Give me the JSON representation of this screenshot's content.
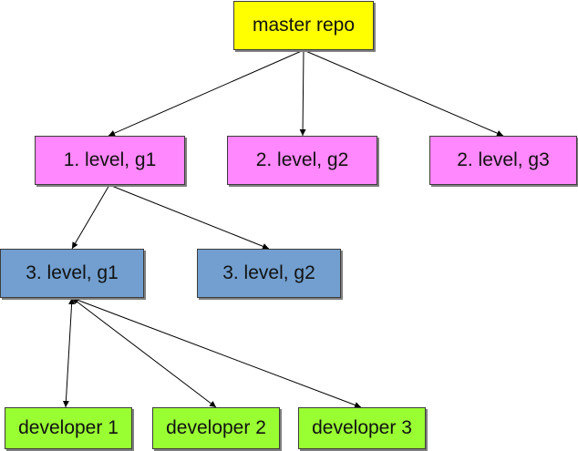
{
  "colors": {
    "root": "#ffff00",
    "level_pink": "#ff88ff",
    "level_blue": "#729fcf",
    "developer": "#99ff33",
    "edge": "#000000"
  },
  "nodes": {
    "master": {
      "label": "master repo"
    },
    "l1_g1": {
      "label": "1. level, g1"
    },
    "l2_g2": {
      "label": "2. level, g2"
    },
    "l2_g3": {
      "label": "2. level, g3"
    },
    "l3_g1": {
      "label": "3. level, g1"
    },
    "l3_g2": {
      "label": "3. level, g2"
    },
    "dev1": {
      "label": "developer 1"
    },
    "dev2": {
      "label": "developer 2"
    },
    "dev3": {
      "label": "developer 3"
    }
  },
  "edges": [
    {
      "from": "master",
      "to": "l1_g1",
      "direction": "forward"
    },
    {
      "from": "master",
      "to": "l2_g2",
      "direction": "forward"
    },
    {
      "from": "master",
      "to": "l2_g3",
      "direction": "forward"
    },
    {
      "from": "l1_g1",
      "to": "l3_g1",
      "direction": "forward"
    },
    {
      "from": "l1_g1",
      "to": "l3_g2",
      "direction": "forward"
    },
    {
      "from": "l3_g1",
      "to": "dev1",
      "direction": "both"
    },
    {
      "from": "l3_g1",
      "to": "dev2",
      "direction": "both"
    },
    {
      "from": "l3_g1",
      "to": "dev3",
      "direction": "both"
    }
  ]
}
